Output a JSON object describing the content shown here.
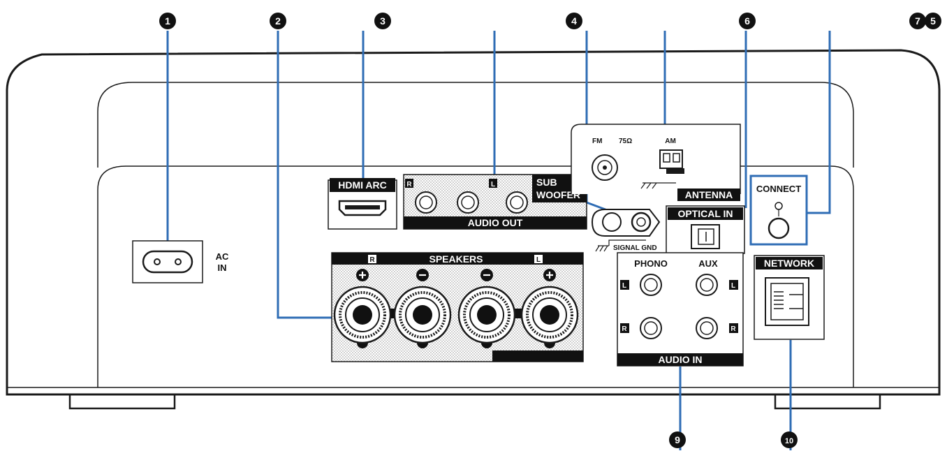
{
  "callouts": [
    "1",
    "2",
    "3",
    "4",
    "6",
    "7",
    "5",
    "9",
    "10"
  ],
  "labels": {
    "ac_in_1": "AC",
    "ac_in_2": "IN",
    "hdmi_arc": "HDMI ARC",
    "audio_out": "AUDIO OUT",
    "sub_1": "SUB",
    "sub_2": "WOOFER",
    "r_mark": "R",
    "l_mark": "L",
    "fm": "FM",
    "ohm": "75Ω",
    "am": "AM",
    "antenna": "ANTENNA",
    "optical_in": "OPTICAL IN",
    "signal_gnd": "SIGNAL GND",
    "connect": "CONNECT",
    "speakers": "SPEAKERS",
    "plus": "+",
    "minus": "−",
    "phono": "PHONO",
    "aux": "AUX",
    "audio_in": "AUDIO IN",
    "network": "NETWORK"
  },
  "colors": {
    "leader": "#2f6db5",
    "outline": "#1a1a1a",
    "panel": "#ffffff",
    "label_bg": "#111111",
    "dots": "#cfcfcf"
  }
}
